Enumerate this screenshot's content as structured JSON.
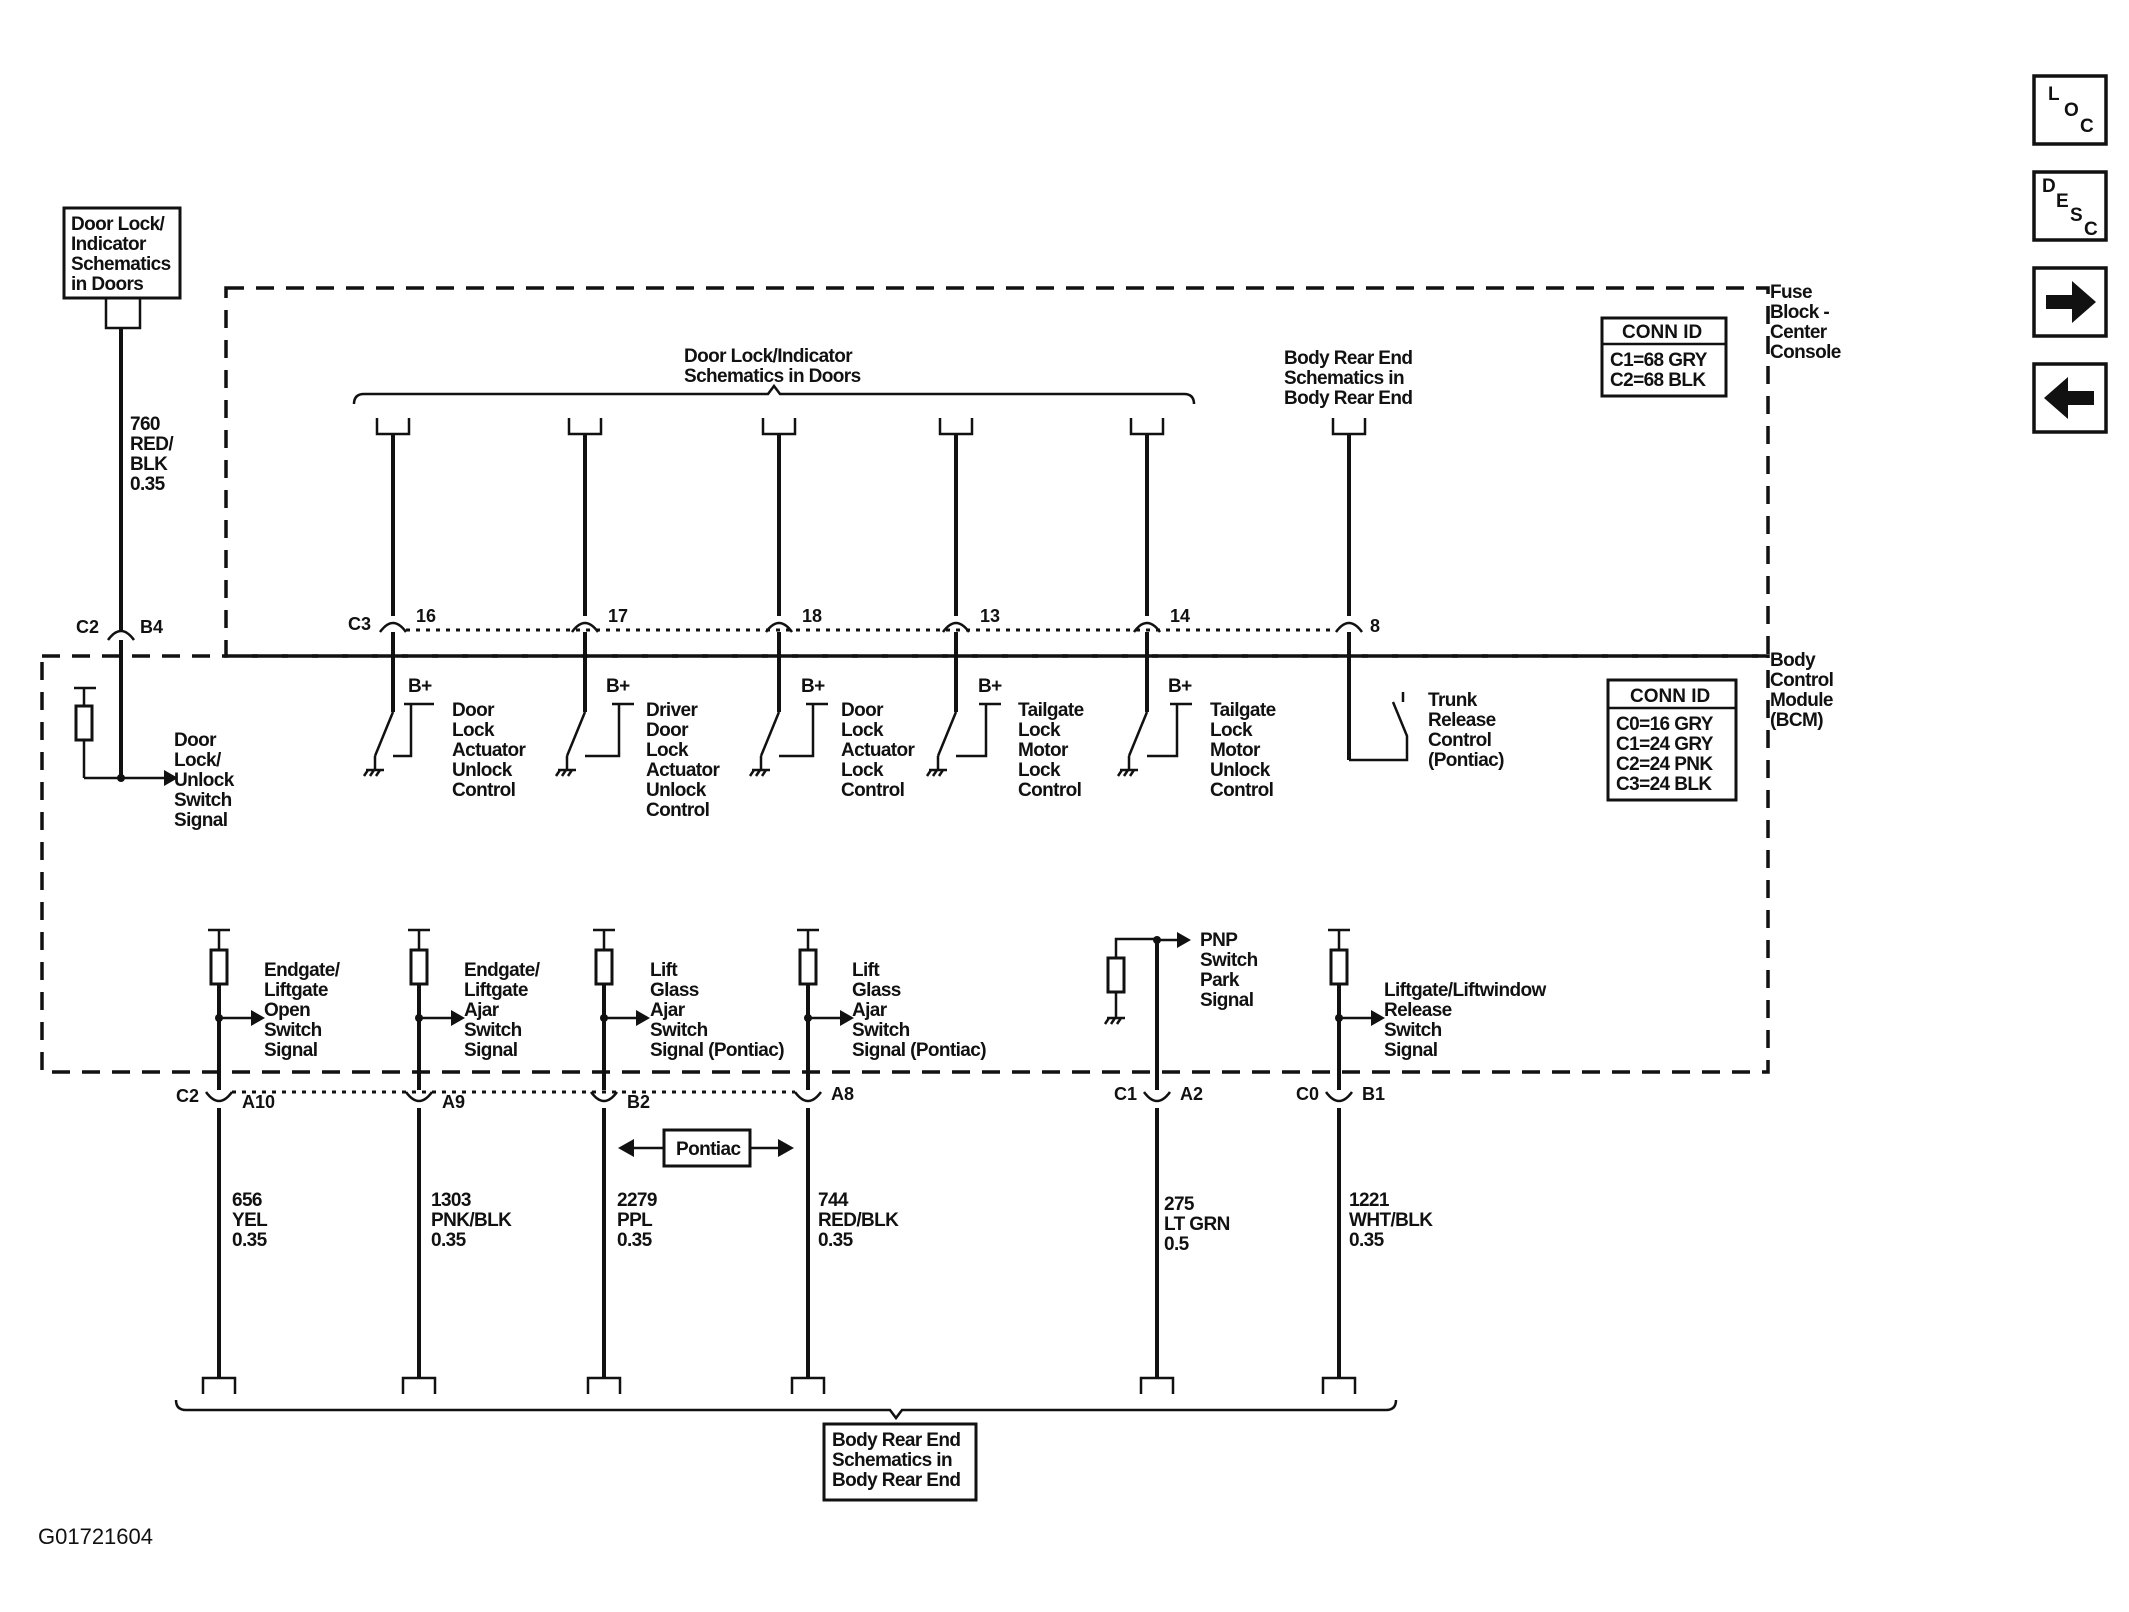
{
  "figure_id": "G01721604",
  "nav": {
    "loc": [
      "L",
      "O",
      "C"
    ],
    "desc": [
      "D",
      "E",
      "S",
      "C"
    ],
    "next_icon": "arrow-right-icon",
    "prev_icon": "arrow-left-icon"
  },
  "refs": {
    "top_left": [
      "Door Lock/",
      "Indicator",
      "Schematics",
      "in Doors"
    ],
    "top_doors": [
      "Door Lock/Indicator",
      "Schematics in Doors"
    ],
    "top_rear": [
      "Body Rear End",
      "Schematics in",
      "Body Rear End"
    ],
    "bottom": [
      "Body Rear End",
      "Schematics in",
      "Body Rear End"
    ]
  },
  "fuse_block": {
    "label": [
      "Fuse",
      "Block -",
      "Center",
      "Console"
    ],
    "conn_title": "CONN ID",
    "conn_lines": [
      "C1=68 GRY",
      "C2=68 BLK"
    ]
  },
  "bcm": {
    "label": [
      "Body",
      "Control",
      "Module",
      "(BCM)"
    ],
    "conn_title": "CONN ID",
    "conn_lines": [
      "C0=16 GRY",
      "C1=24 GRY",
      "C2=24 PNK",
      "C3=24 BLK"
    ]
  },
  "left_wire": {
    "wire": [
      "760",
      "RED/",
      "BLK",
      "0.35"
    ],
    "connector": "C2",
    "pin": "B4",
    "signal": [
      "Door",
      "Lock/",
      "Unlock",
      "Switch",
      "Signal"
    ]
  },
  "top_connector": "C3",
  "top_pins": [
    "16",
    "17",
    "18",
    "13",
    "14",
    "8"
  ],
  "b_plus": "B+",
  "outputs": [
    [
      "Door",
      "Lock",
      "Actuator",
      "Unlock",
      "Control"
    ],
    [
      "Driver",
      "Door",
      "Lock",
      "Actuator",
      "Unlock",
      "Control"
    ],
    [
      "Door",
      "Lock",
      "Actuator",
      "Lock",
      "Control"
    ],
    [
      "Tailgate",
      "Lock",
      "Motor",
      "Lock",
      "Control"
    ],
    [
      "Tailgate",
      "Lock",
      "Motor",
      "Unlock",
      "Control"
    ]
  ],
  "trunk": [
    "Trunk",
    "Release",
    "Control",
    "(Pontiac)"
  ],
  "inputs": [
    [
      "Endgate/",
      "Liftgate",
      "Open",
      "Switch",
      "Signal"
    ],
    [
      "Endgate/",
      "Liftgate",
      "Ajar",
      "Switch",
      "Signal"
    ],
    [
      "Lift",
      "Glass",
      "Ajar",
      "Switch",
      "Signal (Pontiac)"
    ],
    [
      "Lift",
      "Glass",
      "Ajar",
      "Switch",
      "Signal (Pontiac)"
    ],
    [
      "PNP",
      "Switch",
      "Park",
      "Signal"
    ],
    [
      "Liftgate/Liftwindow",
      "Release",
      "Switch",
      "Signal"
    ]
  ],
  "bottom_pins": [
    {
      "conn": "C2",
      "pin": "A10"
    },
    {
      "conn": "",
      "pin": "A9"
    },
    {
      "conn": "",
      "pin": "B2"
    },
    {
      "conn": "",
      "pin": "A8"
    },
    {
      "conn": "C1",
      "pin": "A2"
    },
    {
      "conn": "C0",
      "pin": "B1"
    }
  ],
  "bottom_wires": [
    [
      "656",
      "YEL",
      "0.35"
    ],
    [
      "1303",
      "PNK/BLK",
      "0.35"
    ],
    [
      "2279",
      "PPL",
      "0.35"
    ],
    [
      "744",
      "RED/BLK",
      "0.35"
    ],
    [
      "275",
      "LT GRN",
      "0.5"
    ],
    [
      "1221",
      "WHT/BLK",
      "0.35"
    ]
  ],
  "pontiac_label": "Pontiac"
}
